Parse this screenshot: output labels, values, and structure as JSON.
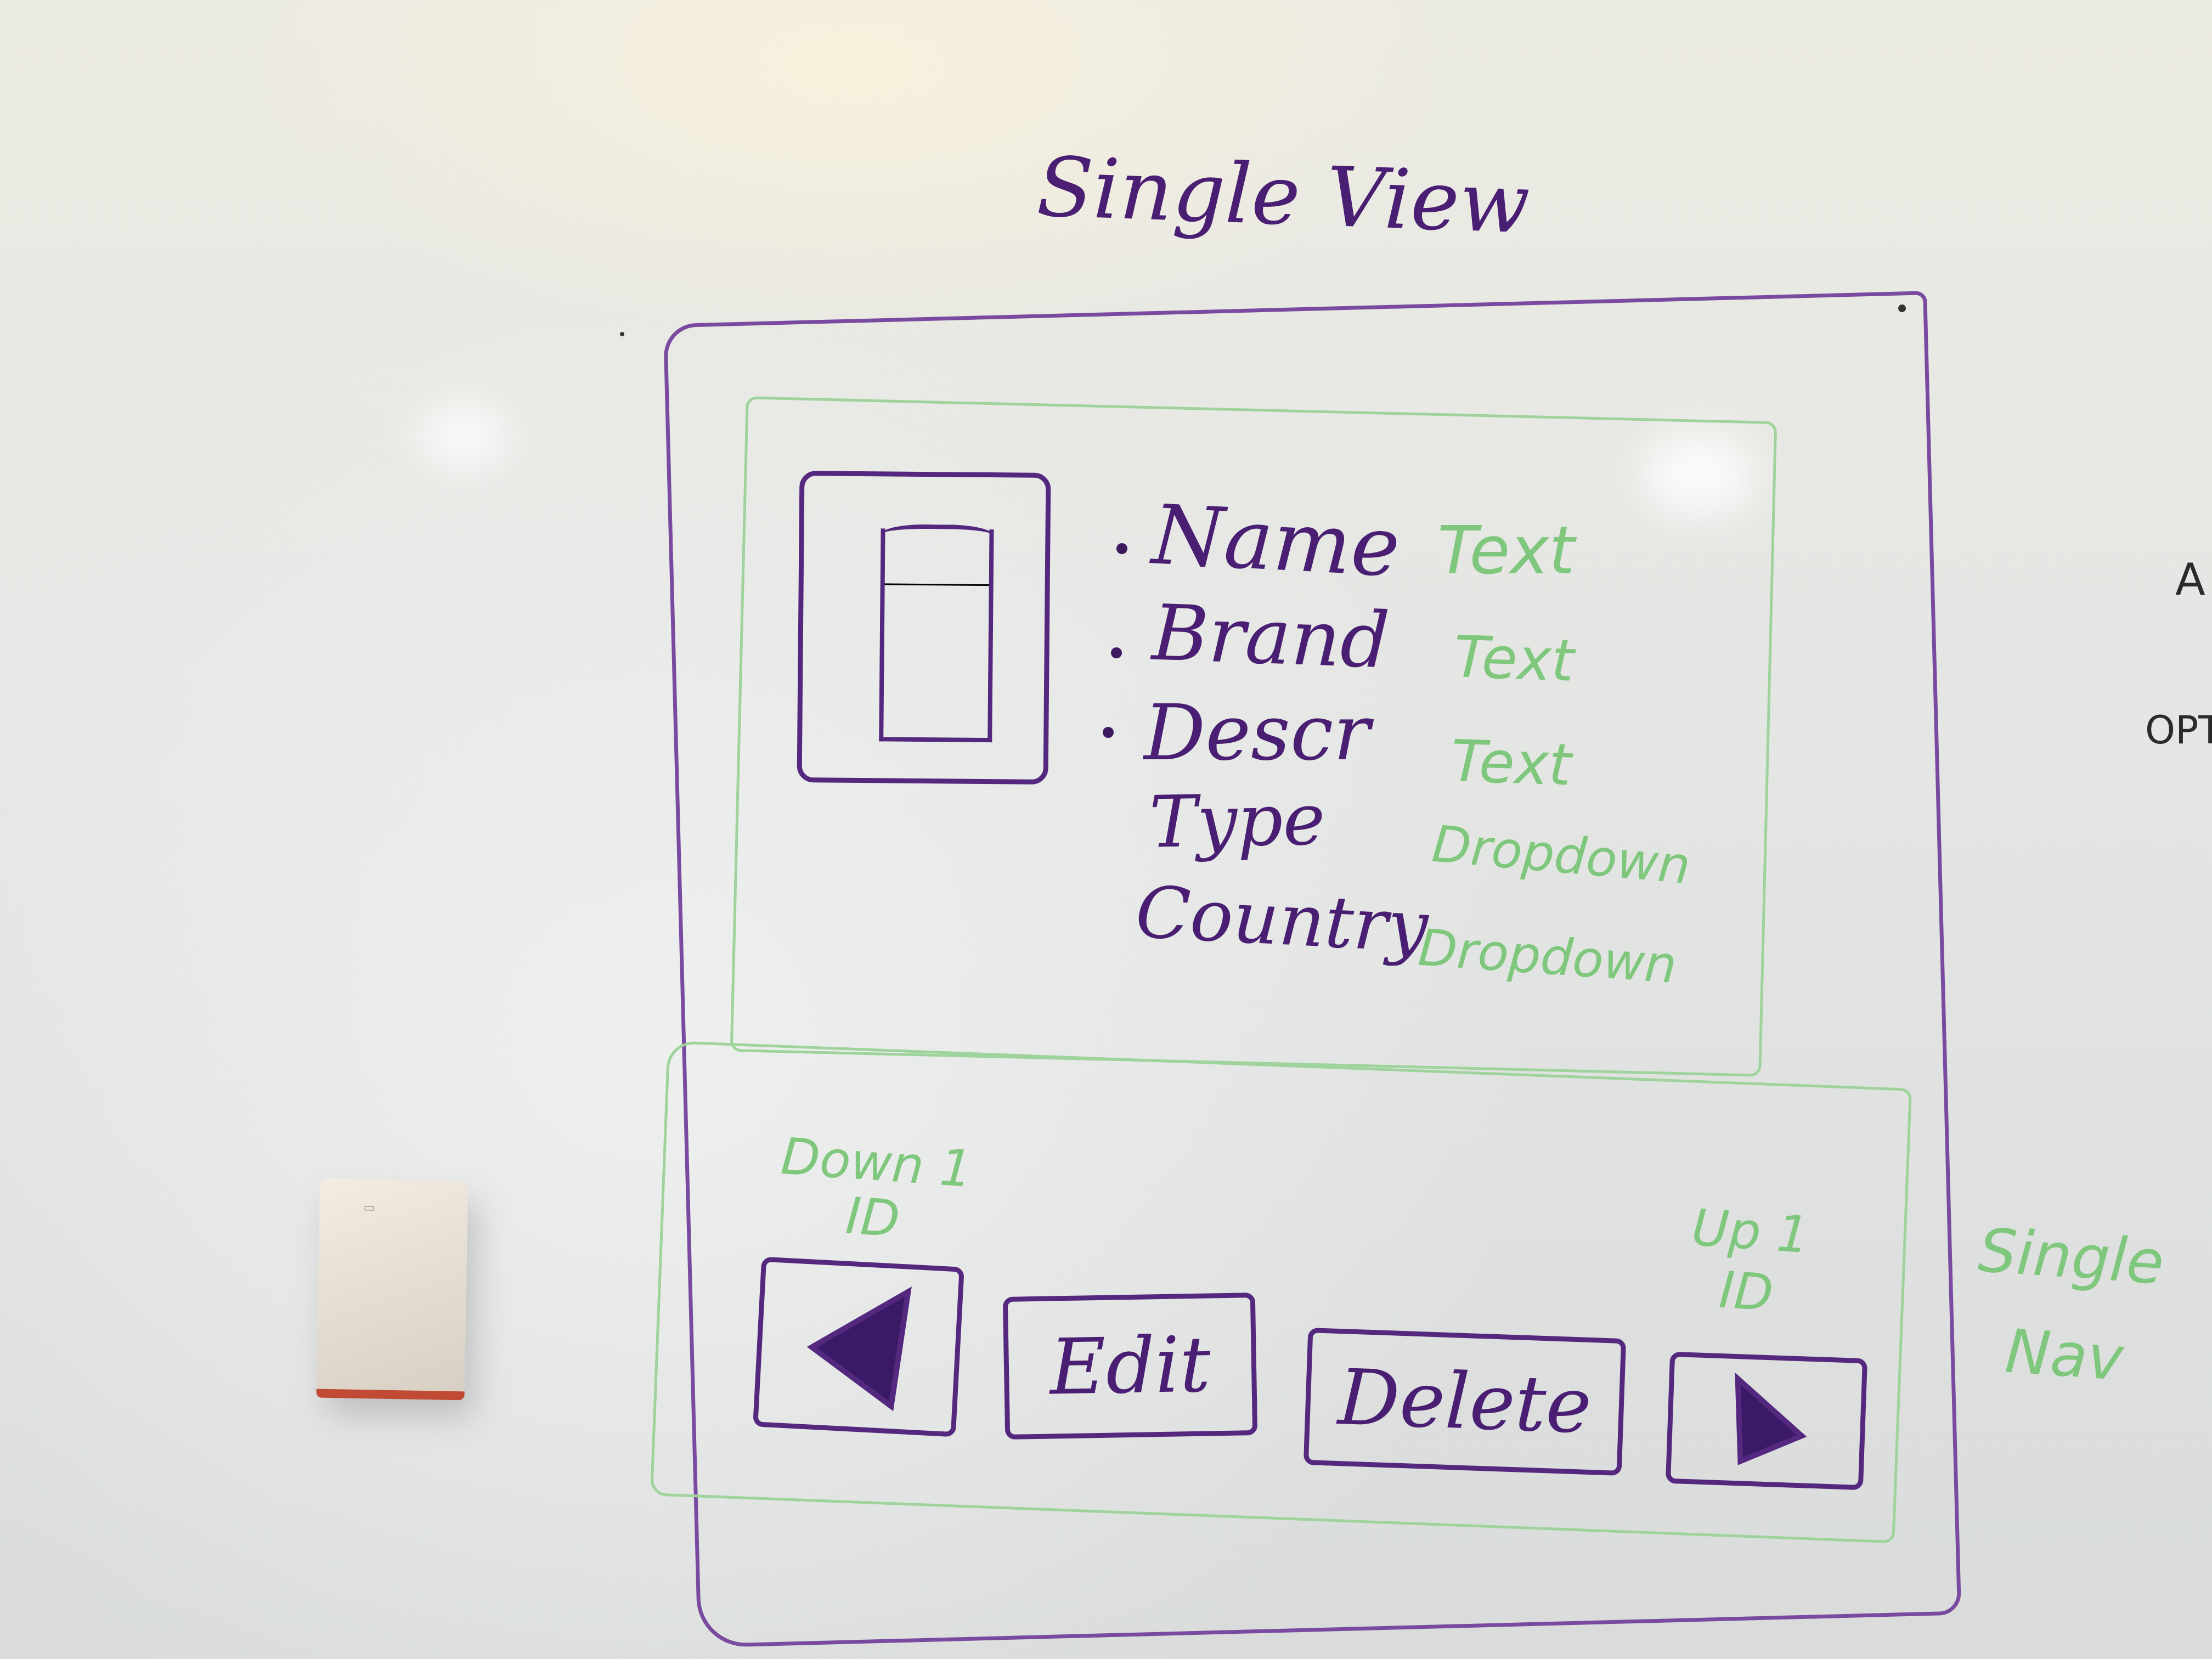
{
  "title": "Single View",
  "fields": [
    {
      "label": "Name",
      "type": "Text",
      "bulleted": true
    },
    {
      "label": "Brand",
      "type": "Text",
      "bulleted": true
    },
    {
      "label": "Descr",
      "type": "Text",
      "bulleted": true
    },
    {
      "label": "Type",
      "type": "Dropdown",
      "bulleted": false
    },
    {
      "label": "Country",
      "type": "Dropdown",
      "bulleted": false
    }
  ],
  "nav": {
    "down_label_line1": "Down 1",
    "down_label_line2": "ID",
    "up_label_line1": "Up 1",
    "up_label_line2": "ID",
    "edit_label": "Edit",
    "delete_label": "Delete",
    "prev_icon": "left-triangle-icon",
    "next_icon": "right-triangle-icon"
  },
  "side_note": {
    "line1": "Single",
    "line2": "Nav"
  },
  "edge_notes": [
    "A",
    "OPT"
  ],
  "colors": {
    "purple_ink": "#4a1f73",
    "green_ink": "#7fc77c",
    "board": "#e6e8e6"
  }
}
